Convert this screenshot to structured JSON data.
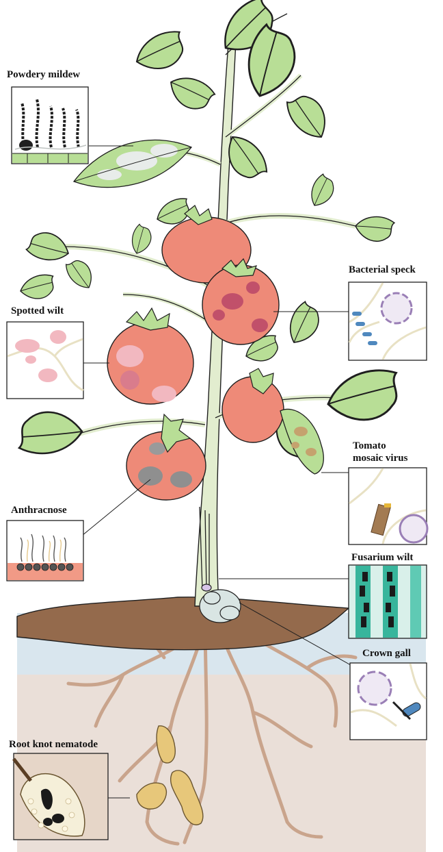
{
  "labels": {
    "powdery_mildew": "Powdery mildew",
    "bacterial_speck": "Bacterial speck",
    "spotted_wilt": "Spotted wilt",
    "tomato_mosaic_line1": "Tomato",
    "tomato_mosaic_line2": "mosaic virus",
    "anthracnose": "Anthracnose",
    "fusarium_wilt": "Fusarium wilt",
    "crown_gall": "Crown gall",
    "root_knot_nematode": "Root knot nematode"
  },
  "colors": {
    "leaf": "#b8de96",
    "leaf_outline": "#1f1f1f",
    "stem": "#e2edcf",
    "tomato": "#ee8a78",
    "soil": "#946a4c",
    "water_band": "#d9e6ee",
    "subsoil": "#eadfd8",
    "roots": "#c9a48c",
    "nematode_gall": "#e7c77a",
    "mildew_white": "#e8ecea",
    "speck_blue": "#4f88be",
    "virus_purple": "#9a7fb6",
    "wilt_pink": "#f2b8c0",
    "fusarium_teal": "#38b59c"
  }
}
